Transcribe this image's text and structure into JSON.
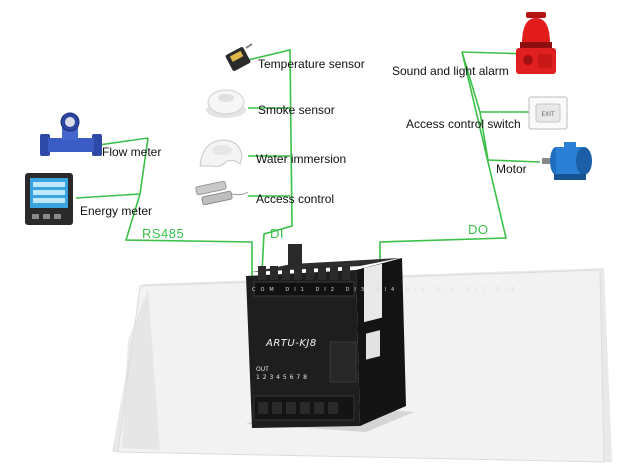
{
  "devices": {
    "flow_meter": "Flow meter",
    "energy_meter": "Energy meter",
    "temperature_sensor": "Temperature sensor",
    "smoke_sensor": "Smoke sensor",
    "water_immersion": "Water immersion",
    "access_control": "Access control",
    "sound_light_alarm": "Sound and light alarm",
    "access_control_switch": "Access control switch",
    "motor": "Motor"
  },
  "buses": {
    "rs485": "RS485",
    "di": "DI",
    "do": "DO"
  },
  "module": {
    "model": "ARTU-KJ8",
    "out_label": "OUT",
    "out_numbers": "1 2 3 4 5 6 7 8",
    "top_terminals": [
      "COM",
      "DI1",
      "DI2",
      "DI3",
      "DI4",
      "DI5",
      "DI6",
      "DI7",
      "DI8"
    ]
  },
  "colors": {
    "wire": "#3cc04a",
    "module_body": "#1c1c1c",
    "sheet": "#ececec"
  },
  "icons": {
    "flow_meter": "flow-meter-icon",
    "energy_meter": "energy-meter-icon",
    "temperature_sensor": "temperature-sensor-icon",
    "smoke_sensor": "smoke-detector-icon",
    "water_immersion": "water-sensor-icon",
    "access_control": "magnetic-contact-icon",
    "sound_light_alarm": "alarm-beacon-icon",
    "access_control_switch": "exit-button-icon",
    "motor": "electric-motor-icon"
  }
}
